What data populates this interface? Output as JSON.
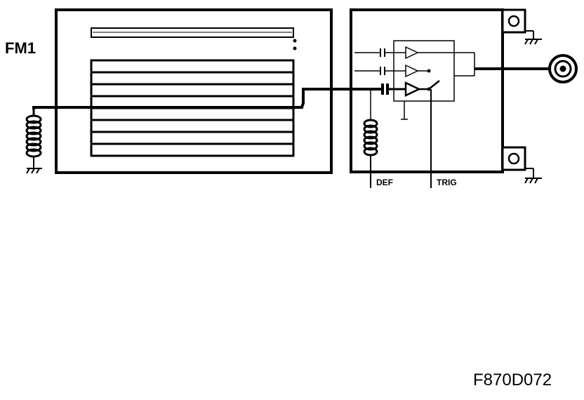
{
  "diagram": {
    "module_label": "FM1",
    "def_label": "DEF",
    "trig_label": "TRIG",
    "reference_code": "F870D072"
  },
  "colors": {
    "line": "#000000",
    "background": "#ffffff"
  }
}
